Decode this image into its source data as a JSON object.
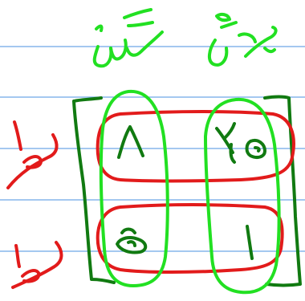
{
  "canvas": {
    "background": "#ffffff",
    "ruled_line_color": "#6ea6e6"
  },
  "ink": {
    "bright_green": "#22e022",
    "dark_green": "#117a11",
    "red": "#e21b1b"
  },
  "handwriting": {
    "header_left": "سَن",
    "header_right": "عَن",
    "row_labels": [
      "ب",
      "ب"
    ],
    "cell_top_left": "٨",
    "cell_top_right": "٢ه",
    "cell_bottom_left": "ه",
    "cell_bottom_right": "١"
  }
}
